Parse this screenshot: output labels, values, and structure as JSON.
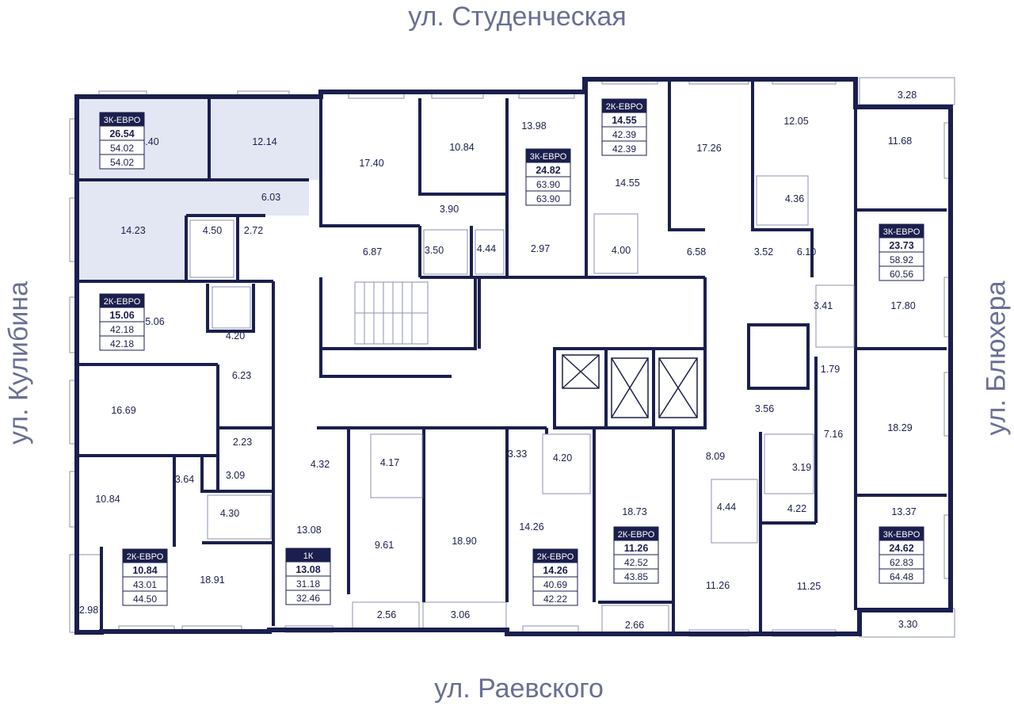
{
  "streets": {
    "top": "ул. Студенческая",
    "bottom": "ул. Раевского",
    "left": "ул. Кулибина",
    "right": "ул. Блюхера"
  },
  "colors": {
    "wall": "#1b1f4d",
    "highlight": "#e3e7f3",
    "street_text": "#6a6f94",
    "fixture": "#8c91b5"
  },
  "apartments": [
    {
      "type": "3К-ЕВРО",
      "living": "26.54",
      "area1": "54.02",
      "area2": "54.02"
    },
    {
      "type": "2К-ЕВРО",
      "living": "15.06",
      "area1": "42.18",
      "area2": "42.18"
    },
    {
      "type": "2К-ЕВРО",
      "living": "10.84",
      "area1": "43.01",
      "area2": "44.50"
    },
    {
      "type": "1К",
      "living": "13.08",
      "area1": "31.18",
      "area2": "32.46"
    },
    {
      "type": "2К-ЕВРО",
      "living": "14.26",
      "area1": "40.69",
      "area2": "42.22"
    },
    {
      "type": "3К-ЕВРО",
      "living": "24.82",
      "area1": "63.90",
      "area2": "63.90"
    },
    {
      "type": "2К-ЕВРО",
      "living": "14.55",
      "area1": "42.39",
      "area2": "42.39"
    },
    {
      "type": "2К-ЕВРО",
      "living": "11.26",
      "area1": "42.52",
      "area2": "43.85"
    },
    {
      "type": "3К-ЕВРО",
      "living": "23.73",
      "area1": "58.92",
      "area2": "60.56"
    },
    {
      "type": "3К-ЕВРО",
      "living": "24.62",
      "area1": "62.83",
      "area2": "64.48"
    }
  ],
  "room_areas": [
    "14.40",
    "12.14",
    "14.23",
    "6.03",
    "4.50",
    "2.72",
    "15.06",
    "4.20",
    "6.23",
    "16.69",
    "2.23",
    "3.64",
    "3.09",
    "10.84",
    "4.30",
    "18.91",
    "2.98",
    "17.40",
    "6.87",
    "10.84",
    "3.90",
    "3.50",
    "4.44",
    "2.97",
    "13.98",
    "14.55",
    "4.00",
    "17.26",
    "6.58",
    "12.05",
    "4.36",
    "11.68",
    "3.28",
    "3.52",
    "6.10",
    "3.41",
    "17.80",
    "1.79",
    "3.56",
    "18.29",
    "7.16",
    "4.32",
    "4.17",
    "13.08",
    "9.61",
    "18.90",
    "2.56",
    "3.06",
    "3.33",
    "4.20",
    "14.26",
    "18.73",
    "2.66",
    "8.09",
    "4.44",
    "11.26",
    "3.19",
    "4.22",
    "11.25",
    "13.37",
    "3.30"
  ]
}
